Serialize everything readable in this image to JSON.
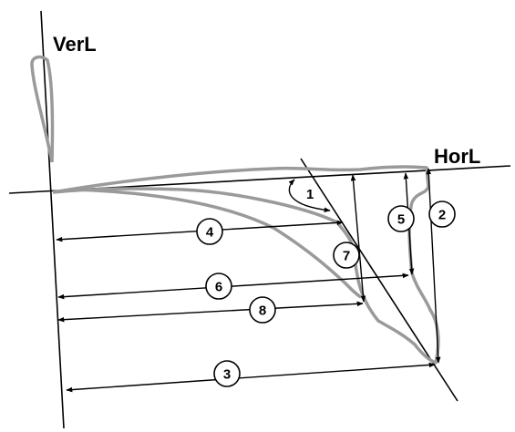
{
  "axes": {
    "vertical_label": "VerL",
    "horizontal_label": "HorL"
  },
  "measurements": [
    {
      "id": "m1",
      "label": "1",
      "kind": "angle"
    },
    {
      "id": "m2",
      "label": "2",
      "kind": "vertical"
    },
    {
      "id": "m3",
      "label": "3",
      "kind": "horizontal"
    },
    {
      "id": "m4",
      "label": "4",
      "kind": "horizontal"
    },
    {
      "id": "m5",
      "label": "5",
      "kind": "vertical"
    },
    {
      "id": "m6",
      "label": "6",
      "kind": "horizontal"
    },
    {
      "id": "m7",
      "label": "7",
      "kind": "vertical"
    },
    {
      "id": "m8",
      "label": "8",
      "kind": "horizontal"
    }
  ],
  "colors": {
    "lines": "#000000",
    "outline": "#9a9a9a",
    "background": "#ffffff"
  }
}
